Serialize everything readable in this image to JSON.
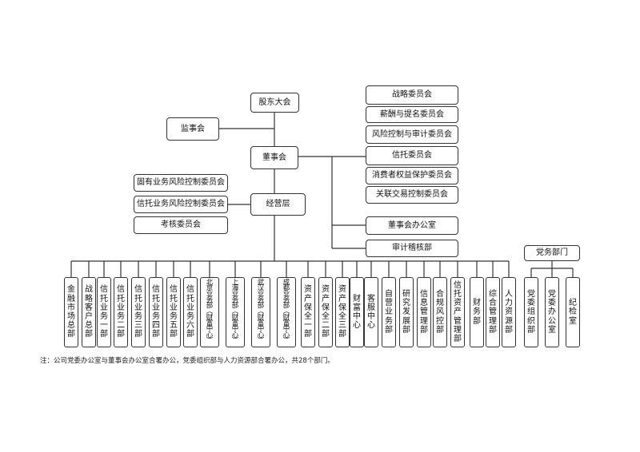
{
  "top": {
    "shareholders": "股东大会",
    "supervisors": "监事会",
    "board": "董事会",
    "management": "经营层"
  },
  "board_committees": [
    "战略委员会",
    "薪酬与提名委员会",
    "风险控制与审计委员会",
    "信托委员会",
    "消费者权益保护委员会",
    "关联交易控制委员会"
  ],
  "board_office": "董事会办公室",
  "audit_dept": "审计稽核部",
  "mgmt_committees": [
    "固有业务风险控制委员会",
    "信托业务风险控制委员会",
    "考核委员会"
  ],
  "departments": [
    "金融市场总部",
    "战略客户总部",
    "信托业务一部",
    "信托业务二部",
    "信托业务三部",
    "信托业务四部",
    "信托业务五部",
    "信托业务六部",
    "北京业务部（财富中心）",
    "上海业务部（财富中心）",
    "武汉业务部（财富中心）",
    "成都业务部（财富中心）",
    "资产保全一部",
    "资产保全二部",
    "资产保全三部",
    "财富中心",
    "客服中心",
    "自营业务部",
    "研究发展部",
    "信息管理部",
    "合规风控部",
    "信托资产管理部",
    "财务部",
    "综合管理部",
    "人力资源部"
  ],
  "party": {
    "title": "党务部门",
    "departments": [
      "党委组织部",
      "党委办公室",
      "纪检室"
    ]
  },
  "note": "注：公司党委办公室与董事会办公室合署办公，党委组织部与人力资源部合署办公，共28个部门。"
}
